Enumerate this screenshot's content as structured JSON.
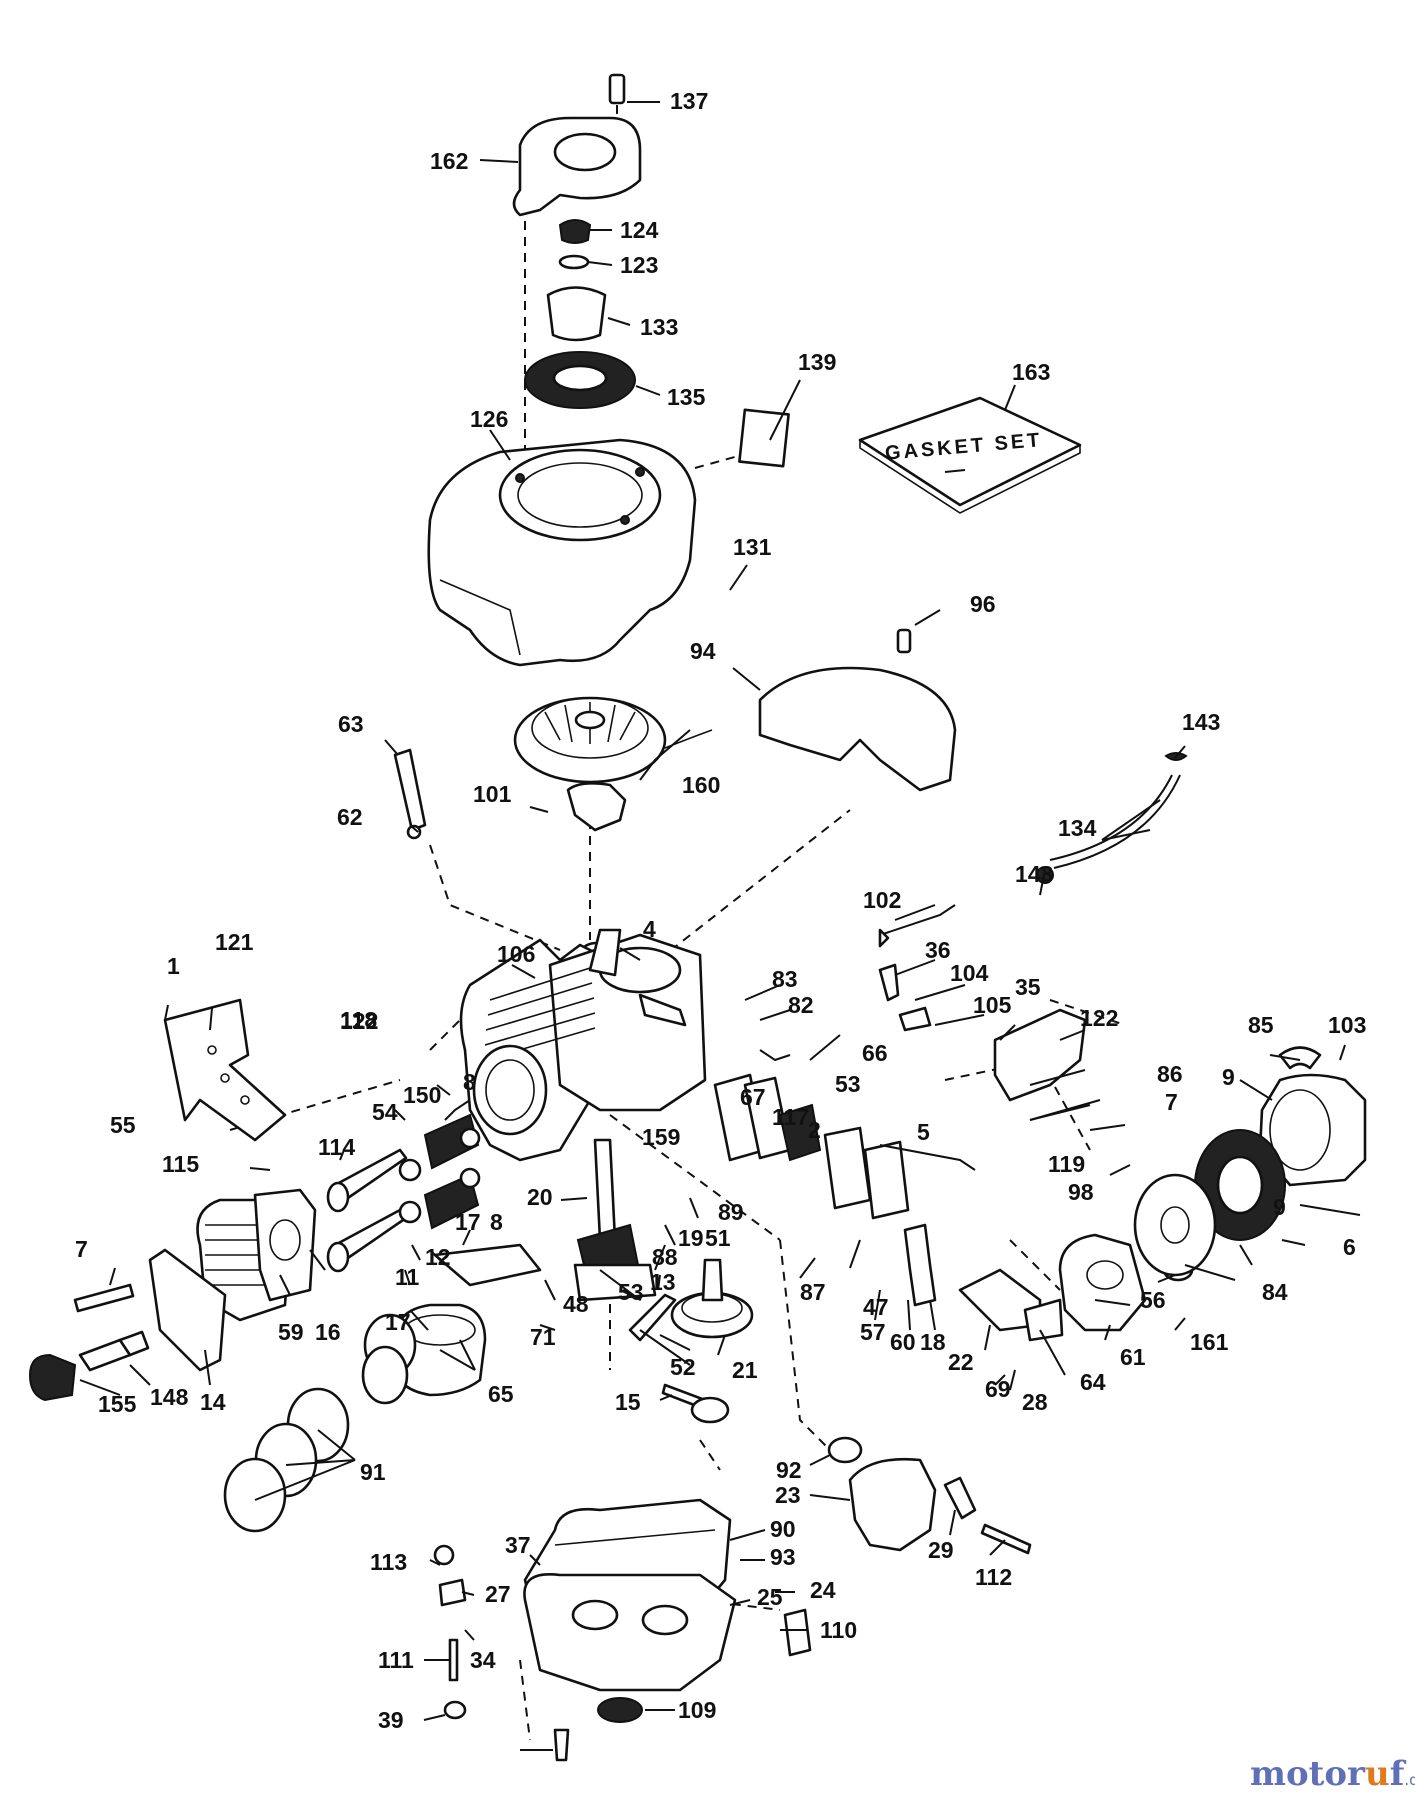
{
  "kit_text": "GASKET SET",
  "watermark": {
    "prefix": "motor",
    "accent": "u",
    "suffix": "f",
    "domain": ".de"
  },
  "labels": [
    {
      "id": "l137",
      "text": "137"
    },
    {
      "id": "l162",
      "text": "162"
    },
    {
      "id": "l124",
      "text": "124"
    },
    {
      "id": "l123",
      "text": "123"
    },
    {
      "id": "l133",
      "text": "133"
    },
    {
      "id": "l135",
      "text": "135"
    },
    {
      "id": "l139",
      "text": "139"
    },
    {
      "id": "l163",
      "text": "163"
    },
    {
      "id": "l126",
      "text": "126"
    },
    {
      "id": "l131",
      "text": "131"
    },
    {
      "id": "l96",
      "text": "96"
    },
    {
      "id": "l94",
      "text": "94"
    },
    {
      "id": "l63",
      "text": "63"
    },
    {
      "id": "l143a",
      "text": "143"
    },
    {
      "id": "l160",
      "text": "160"
    },
    {
      "id": "l101",
      "text": "101"
    },
    {
      "id": "l62",
      "text": "62"
    },
    {
      "id": "l134",
      "text": "134"
    },
    {
      "id": "l143b",
      "text": "143"
    },
    {
      "id": "l102",
      "text": "102"
    },
    {
      "id": "l4",
      "text": "4"
    },
    {
      "id": "l122a",
      "text": "122"
    },
    {
      "id": "l121",
      "text": "121"
    },
    {
      "id": "l1",
      "text": "1"
    },
    {
      "id": "l106",
      "text": "106"
    },
    {
      "id": "l36",
      "text": "36"
    },
    {
      "id": "l104",
      "text": "104"
    },
    {
      "id": "l83",
      "text": "83"
    },
    {
      "id": "l35",
      "text": "35"
    },
    {
      "id": "l105",
      "text": "105"
    },
    {
      "id": "l82",
      "text": "82"
    },
    {
      "id": "l122b",
      "text": "122"
    },
    {
      "id": "l118",
      "text": "118"
    },
    {
      "id": "l85",
      "text": "85"
    },
    {
      "id": "l103",
      "text": "103"
    },
    {
      "id": "l66",
      "text": "66"
    },
    {
      "id": "l86",
      "text": "86"
    },
    {
      "id": "l9a",
      "text": "9"
    },
    {
      "id": "l8a",
      "text": "8"
    },
    {
      "id": "l150",
      "text": "150"
    },
    {
      "id": "l53a",
      "text": "53"
    },
    {
      "id": "l67",
      "text": "67"
    },
    {
      "id": "l7a",
      "text": "7"
    },
    {
      "id": "l54",
      "text": "54"
    },
    {
      "id": "l117",
      "text": "117"
    },
    {
      "id": "l55",
      "text": "55"
    },
    {
      "id": "l2",
      "text": "2"
    },
    {
      "id": "l159",
      "text": "159"
    },
    {
      "id": "l5",
      "text": "5"
    },
    {
      "id": "l114",
      "text": "114"
    },
    {
      "id": "l119",
      "text": "119"
    },
    {
      "id": "l115",
      "text": "115"
    },
    {
      "id": "l98",
      "text": "98"
    },
    {
      "id": "l20",
      "text": "20"
    },
    {
      "id": "l89",
      "text": "89"
    },
    {
      "id": "l9b",
      "text": "9"
    },
    {
      "id": "l8b",
      "text": "8"
    },
    {
      "id": "l17a",
      "text": "17"
    },
    {
      "id": "l19",
      "text": "19"
    },
    {
      "id": "l51",
      "text": "51"
    },
    {
      "id": "l7b",
      "text": "7"
    },
    {
      "id": "l12",
      "text": "12"
    },
    {
      "id": "l88",
      "text": "88"
    },
    {
      "id": "l6",
      "text": "6"
    },
    {
      "id": "l11",
      "text": "11"
    },
    {
      "id": "l13",
      "text": "13"
    },
    {
      "id": "l53b",
      "text": "53"
    },
    {
      "id": "l87",
      "text": "87"
    },
    {
      "id": "l84",
      "text": "84"
    },
    {
      "id": "l56",
      "text": "56"
    },
    {
      "id": "l47",
      "text": "47"
    },
    {
      "id": "l16",
      "text": "16"
    },
    {
      "id": "l17b",
      "text": "17"
    },
    {
      "id": "l48",
      "text": "48"
    },
    {
      "id": "l59",
      "text": "59"
    },
    {
      "id": "l57",
      "text": "57"
    },
    {
      "id": "l60",
      "text": "60"
    },
    {
      "id": "l18",
      "text": "18"
    },
    {
      "id": "l71",
      "text": "71"
    },
    {
      "id": "l161",
      "text": "161"
    },
    {
      "id": "l61",
      "text": "61"
    },
    {
      "id": "l22",
      "text": "22"
    },
    {
      "id": "l21",
      "text": "21"
    },
    {
      "id": "l52",
      "text": "52"
    },
    {
      "id": "l148",
      "text": "148"
    },
    {
      "id": "l155",
      "text": "155"
    },
    {
      "id": "l14",
      "text": "14"
    },
    {
      "id": "l65",
      "text": "65"
    },
    {
      "id": "l64",
      "text": "64"
    },
    {
      "id": "l69",
      "text": "69"
    },
    {
      "id": "l28",
      "text": "28"
    },
    {
      "id": "l15",
      "text": "15"
    },
    {
      "id": "l91",
      "text": "91"
    },
    {
      "id": "l92",
      "text": "92"
    },
    {
      "id": "l23",
      "text": "23"
    },
    {
      "id": "l90",
      "text": "90"
    },
    {
      "id": "l29",
      "text": "29"
    },
    {
      "id": "l37",
      "text": "37"
    },
    {
      "id": "l93",
      "text": "93"
    },
    {
      "id": "l112",
      "text": "112"
    },
    {
      "id": "l113",
      "text": "113"
    },
    {
      "id": "l27",
      "text": "27"
    },
    {
      "id": "l24",
      "text": "24"
    },
    {
      "id": "l25",
      "text": "25"
    },
    {
      "id": "l110",
      "text": "110"
    },
    {
      "id": "l111",
      "text": "111"
    },
    {
      "id": "l34",
      "text": "34"
    },
    {
      "id": "l109",
      "text": "109"
    },
    {
      "id": "l39",
      "text": "39"
    }
  ]
}
